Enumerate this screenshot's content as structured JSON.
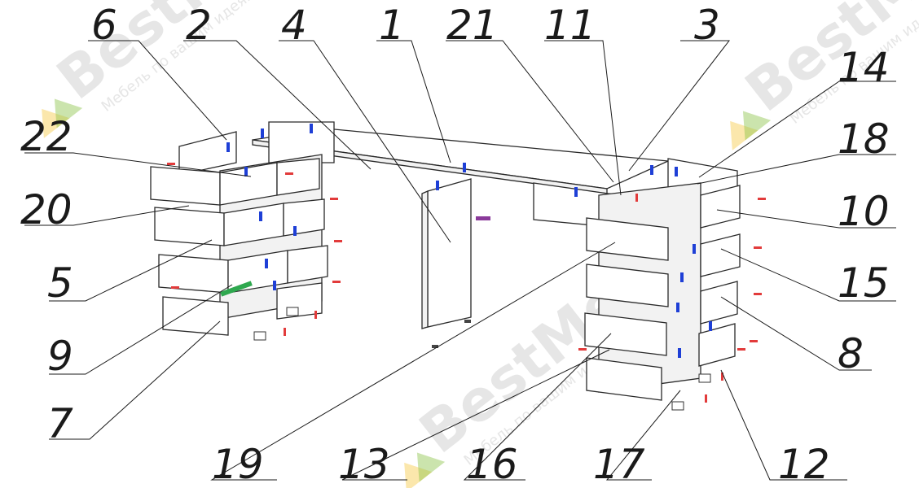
{
  "watermark": {
    "brand": "BestMebel",
    "tagline": "Мебель по вашим идеям",
    "colors": [
      "#f7c948",
      "#8bc34a",
      "#ec6b3b"
    ]
  },
  "callouts": [
    "6",
    "2",
    "4",
    "1",
    "21",
    "11",
    "3",
    "14",
    "18",
    "10",
    "15",
    "8",
    "12",
    "17",
    "16",
    "13",
    "19",
    "7",
    "9",
    "5",
    "20",
    "22"
  ],
  "colors": {
    "screw": "#1e3fd6",
    "dowel": "#e23b3b",
    "rail": "#2fa84f",
    "handle": "#8a3a9a"
  }
}
